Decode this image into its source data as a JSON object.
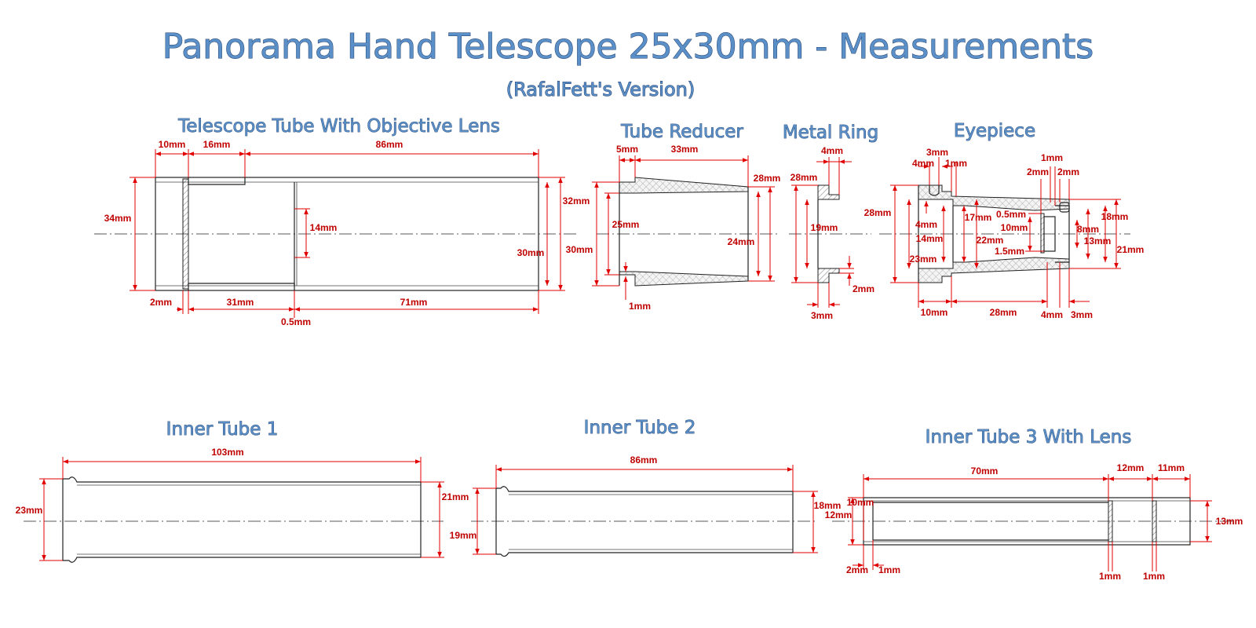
{
  "title": "Panorama Hand Telescope 25x30mm - Measurements",
  "subtitle": "(RafalFett's Version)",
  "sections": {
    "telescope_tube": {
      "title": "Telescope Tube With Objective Lens",
      "dims": {
        "d10": "10mm",
        "d16": "16mm",
        "d86": "86mm",
        "d34": "34mm",
        "d14": "14mm",
        "d32": "32mm",
        "d30a": "30mm",
        "d30b": "30mm",
        "d2": "2mm",
        "d31": "31mm",
        "d71": "71mm",
        "d05": "0.5mm"
      }
    },
    "tube_reducer": {
      "title": "Tube Reducer",
      "dims": {
        "d5": "5mm",
        "d33": "33mm",
        "d28": "28mm",
        "d25": "25mm",
        "d24": "24mm",
        "d1": "1mm"
      }
    },
    "metal_ring": {
      "title": "Metal Ring",
      "dims": {
        "d4": "4mm",
        "d28": "28mm",
        "d19": "19mm",
        "d2": "2mm",
        "d3": "3mm"
      }
    },
    "eyepiece": {
      "title": "Eyepiece",
      "dims": {
        "d3top": "3mm",
        "d4top": "4mm",
        "d1a": "1mm",
        "d1b": "1mm",
        "d2a": "2mm",
        "d2b": "2mm",
        "d28": "28mm",
        "d4": "4mm",
        "d14": "14mm",
        "d23": "23mm",
        "d17": "17mm",
        "d22": "22mm",
        "d05": "0.5mm",
        "d10": "10mm",
        "d15": "1.5mm",
        "d8": "8mm",
        "d13": "13mm",
        "d18": "18mm",
        "d21": "21mm",
        "b10": "10mm",
        "b28": "28mm",
        "b4": "4mm",
        "b3": "3mm"
      }
    },
    "inner_tube_1": {
      "title": "Inner Tube 1",
      "dims": {
        "d103": "103mm",
        "d23": "23mm",
        "d21": "21mm",
        "d19": "19mm"
      }
    },
    "inner_tube_2": {
      "title": "Inner Tube 2",
      "dims": {
        "d86": "86mm",
        "d18": "18mm"
      }
    },
    "inner_tube_3": {
      "title": "Inner Tube 3 With Lens",
      "dims": {
        "d70": "70mm",
        "d12top": "12mm",
        "d11": "11mm",
        "d12": "12mm",
        "d10": "10mm",
        "d13": "13mm",
        "d2": "2mm",
        "d1a": "1mm",
        "d1b": "1mm",
        "d1c": "1mm"
      }
    }
  },
  "colors": {
    "title": "#5b8fc7",
    "dimension": "#e00000",
    "outline": "#222222"
  }
}
